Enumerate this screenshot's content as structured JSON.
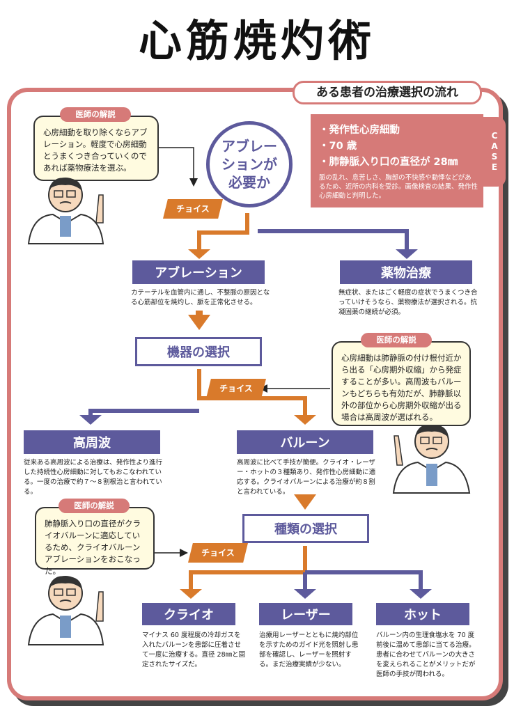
{
  "title": "心筋焼灼術",
  "flow_tab": "ある患者の治療選択の流れ",
  "case_label": [
    "C",
    "A",
    "S",
    "E"
  ],
  "patient": {
    "points": [
      "・発作性心房細動",
      "・70 歳",
      "・肺静脈入り口の直径が 28㎜"
    ],
    "description": "脈の乱れ、息苦しさ、胸部の不快感や動悸などがあるため、近所の内科を受診。画像検査の結果、発作性心房細動と判明した。"
  },
  "question": "アブレー\nションが\n必要か",
  "doctor_badge": "医師の解説",
  "choice_label": "チョイス",
  "comment1": "心房細動を取り除くならアブレーション。軽度で心房細動とうまくつき合っていくのであれば薬物療法を選ぶ。",
  "comment2": "心房細動は肺静脈の付け根付近から出る「心房期外収縮」から発症することが多い。高周波もバルーンもどちらも有効だが、肺静脈以外の部位から心房期外収縮が出る場合は高周波が選ばれる。",
  "comment3": "肺静脈入り口の直径がクライオバルーンに適応しているため、クライオバルーンアブレーションをおこなった。",
  "ablation": {
    "label": "アブレーション",
    "desc": "カテーテルを血管内に通し、不整脈の原因となる心筋部位を焼灼し、脈を正常化させる。"
  },
  "drug": {
    "label": "薬物治療",
    "desc": "無症状、またはごく軽度の症状でうまくつき合っていけそうなら、薬物療法が選択される。抗凝固薬の継続が必須。"
  },
  "device_select": "機器の選択",
  "rf": {
    "label": "高周波",
    "desc": "従来ある高周波による治療は、発作性より進行した持続性心房細動に対してもおこなわれている。一度の治療で約７～８割根治と言われている。"
  },
  "balloon": {
    "label": "バルーン",
    "desc": "高周波に比べて手技が簡便。クライオ・レーザー・ホットの３種類あり、発作性心房細動に適応する。クライオバルーンによる治療が約８割と言われている。"
  },
  "type_select": "種類の選択",
  "cryo": {
    "label": "クライオ",
    "desc": "マイナス 60 度程度の冷却ガスを入れたバルーンを患部に圧着させて一度に治療する。直径 28㎜と固定されたサイズだ。"
  },
  "laser": {
    "label": "レーザー",
    "desc": "治療用レーザーとともに焼灼部位を示すためのガイド光を照射し患部を確認し、レーザーを照射する。まだ治療実績が少ない。"
  },
  "hot": {
    "label": "ホット",
    "desc": "バルーン内の生理食塩水を 70 度前後に温めて患部に当てる治療。患者に合わせてバルーンの大きさを変えられることがメリットだが医師の手技が問われる。"
  },
  "colors": {
    "frame": "#d67a78",
    "purple": "#5d5a9c",
    "orange": "#d97a2b"
  }
}
